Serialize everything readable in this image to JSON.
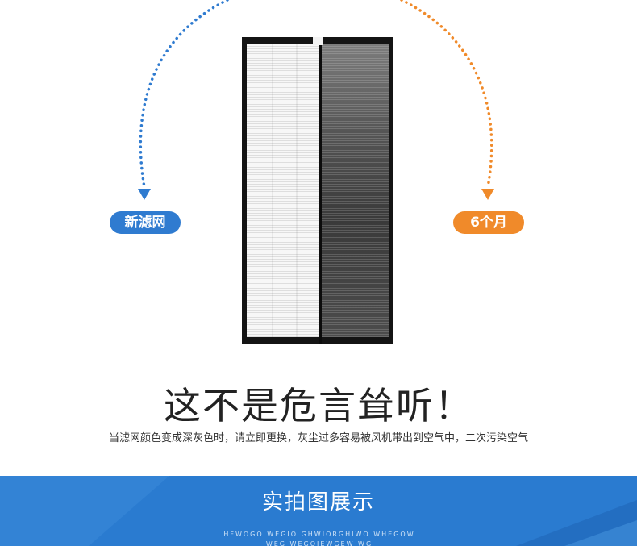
{
  "comparison": {
    "new_label": "新滤网",
    "old_label": "6个月",
    "colors": {
      "new_accent": "#2f7bd0",
      "old_accent": "#f08a2a"
    }
  },
  "headline": "这不是危言耸听！",
  "subline": "当滤网颜色变成深灰色时，请立即更换，灰尘过多容易被风机带出到空气中，二次污染空气",
  "banner": {
    "title": "实拍图展示",
    "english": "HFWOGO WEGIO GHWIORGHIWO WHEGOW WEG WEGOIEWGEW WG",
    "color": "#2a7bd0"
  }
}
